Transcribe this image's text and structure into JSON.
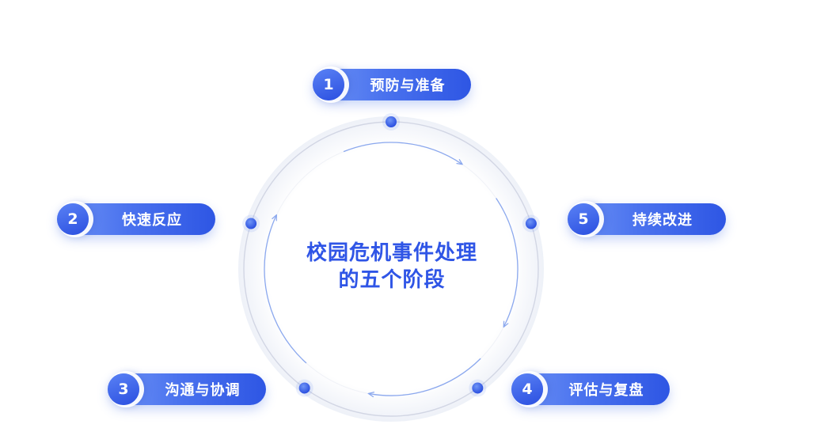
{
  "title_lines": [
    "校园危机事件处理",
    "的五个阶段"
  ],
  "stages": [
    {
      "number": "1",
      "label": "预防与准备"
    },
    {
      "number": "2",
      "label": "快速反应"
    },
    {
      "number": "3",
      "label": "沟通与协调"
    },
    {
      "number": "4",
      "label": "评估与复盘"
    },
    {
      "number": "5",
      "label": "持续改进"
    }
  ],
  "colors": {
    "accent": "#2f55e6",
    "pill_light": "#6f95f6",
    "pill_dark": "#2e56e4",
    "ring": "#d2d6e4",
    "arrow": "#8ba8ee"
  }
}
